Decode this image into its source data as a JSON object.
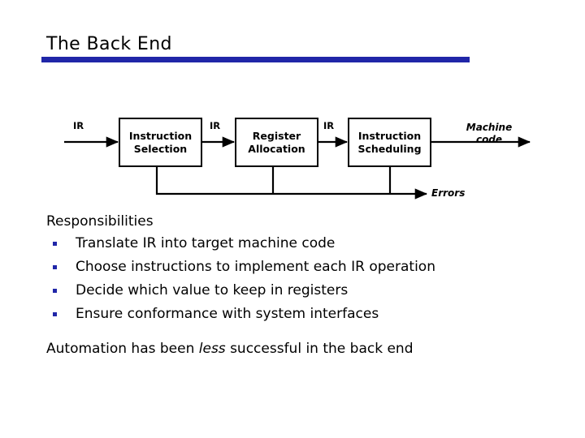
{
  "slide": {
    "title": "The Back End",
    "rule_color": "#2026a8",
    "accent_color": "#2026a8",
    "text_color": "#000000",
    "background_color": "#ffffff"
  },
  "diagram": {
    "input_label": "IR",
    "stages": [
      {
        "line1": "Instruction",
        "line2": "Selection"
      },
      {
        "line1": "Register",
        "line2": "Allocation"
      },
      {
        "line1": "Instruction",
        "line2": "Scheduling"
      }
    ],
    "between_labels": [
      "IR",
      "IR"
    ],
    "output_label_line1": "Machine",
    "output_label_line2": "code",
    "error_label": "Errors"
  },
  "body": {
    "heading": "Responsibilities",
    "bullets": [
      "Translate IR into target machine code",
      "Choose instructions to implement each IR operation",
      "Decide which value to keep in registers",
      "Ensure conformance with system interfaces"
    ],
    "closing": {
      "before": "Automation has been ",
      "emphasis": "less",
      "after": " successful in the back end"
    }
  }
}
